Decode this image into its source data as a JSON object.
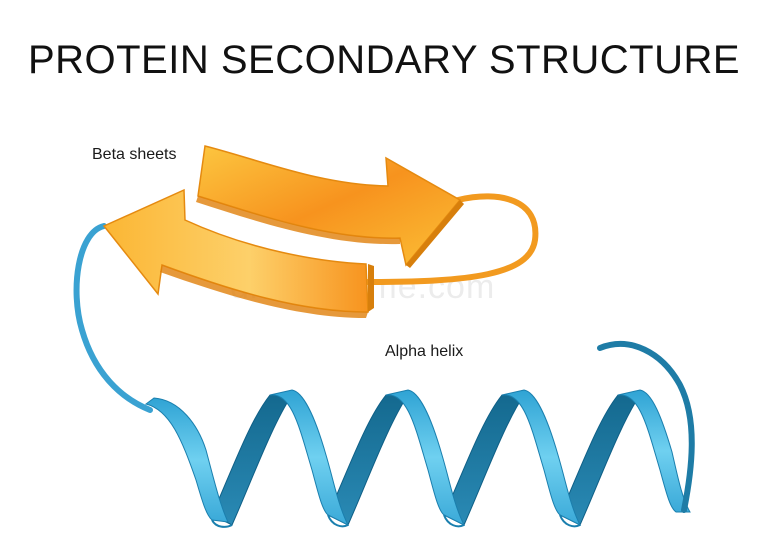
{
  "title": "PROTEIN SECONDARY STRUCTURE",
  "labels": {
    "beta_sheets": "Beta sheets",
    "alpha_helix": "Alpha helix"
  },
  "watermark": "dreamstime.com",
  "colors": {
    "beta_fill": "#f7a62a",
    "beta_light": "#fcd05a",
    "beta_edge": "#e58a10",
    "loop_orange": "#f29a1f",
    "helix_front": "#58c1e6",
    "helix_back": "#1e7ca6",
    "helix_edge": "#0f5f86"
  }
}
